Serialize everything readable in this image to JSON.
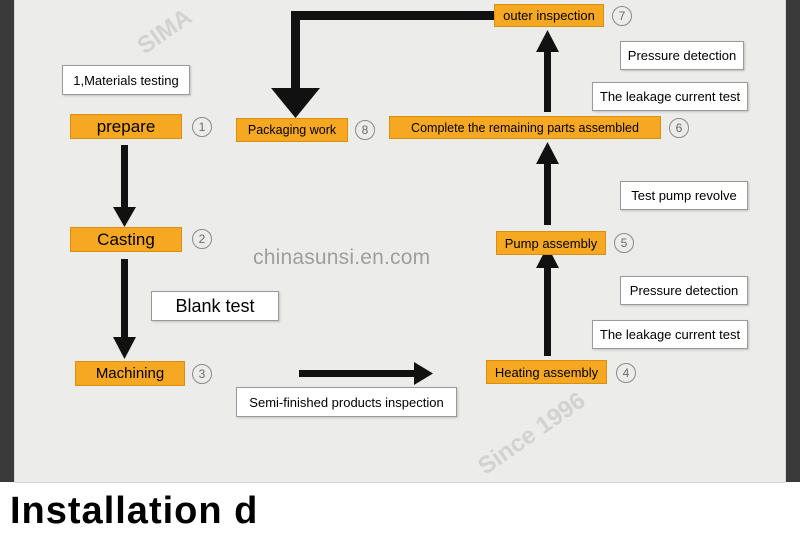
{
  "watermarks": {
    "center": "chinasunsi.en.com",
    "top_left": "SIMA",
    "bottom_right": "Since 1996"
  },
  "steps": [
    {
      "label": "prepare",
      "number": "1"
    },
    {
      "label": "Casting",
      "number": "2"
    },
    {
      "label": "Machining",
      "number": "3"
    },
    {
      "label": "Heating assembly",
      "number": "4"
    },
    {
      "label": "Pump assembly",
      "number": "5"
    },
    {
      "label": "Complete the remaining parts assembled",
      "number": "6"
    },
    {
      "label": "outer inspection",
      "number": "7"
    },
    {
      "label": "Packaging work",
      "number": "8"
    }
  ],
  "notes": {
    "materials": "1,Materials testing",
    "blank": "Blank test",
    "semi": "Semi-finished products inspection",
    "leak_lower": "The leakage current test",
    "pressure_lower": "Pressure detection",
    "pump_revolve": "Test pump revolve",
    "leak_upper": "The leakage current test",
    "pressure_upper": "Pressure detection"
  },
  "footer_text": "Installation d"
}
